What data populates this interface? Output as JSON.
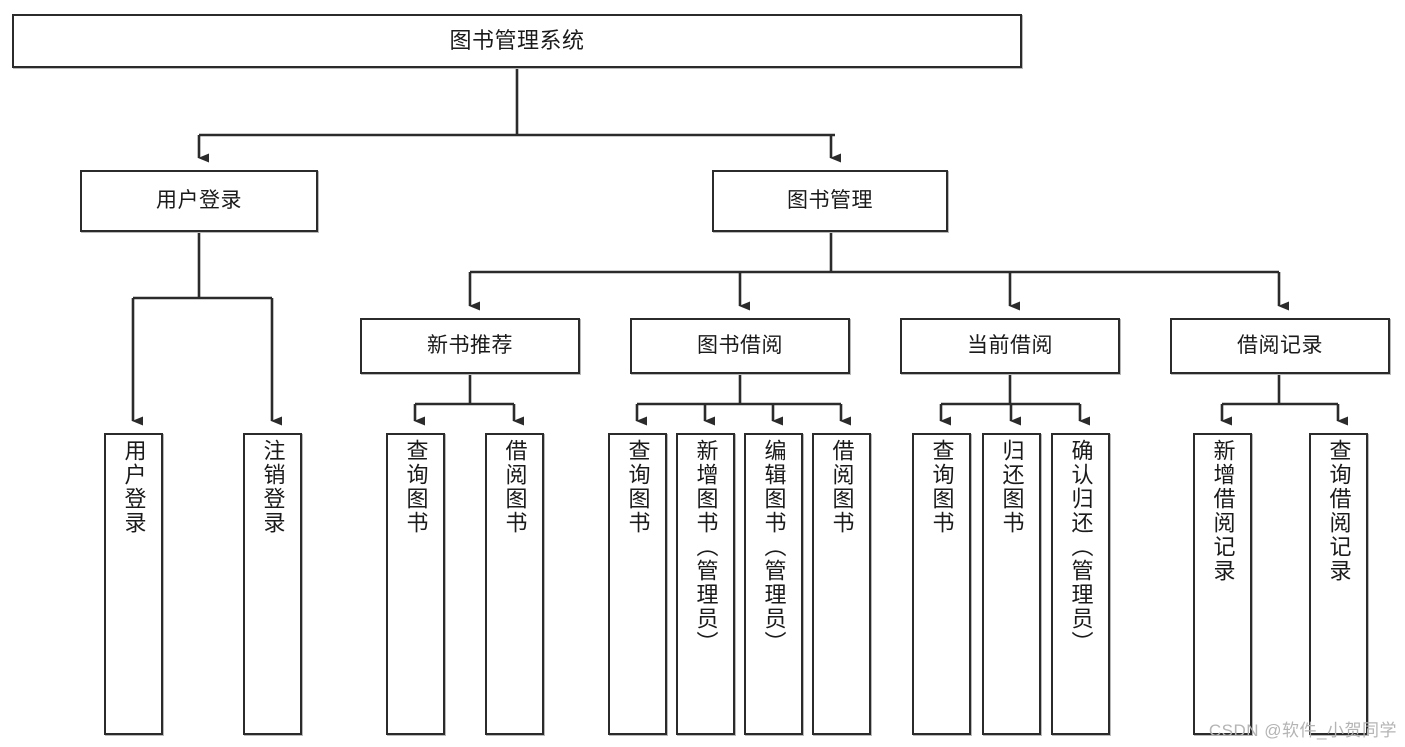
{
  "diagram": {
    "title": "图书管理系统",
    "type": "tree",
    "style": {
      "box_fill": "#ffffff",
      "box_stroke": "#2b2b2b",
      "line_color": "#2b2b2b",
      "text_color": "#1a1a1a",
      "background": "#ffffff"
    },
    "root": {
      "label": "图书管理系统"
    },
    "level1": [
      {
        "label": "用户登录"
      },
      {
        "label": "图书管理"
      }
    ],
    "level2": [
      {
        "label": "新书推荐"
      },
      {
        "label": "图书借阅"
      },
      {
        "label": "当前借阅"
      },
      {
        "label": "借阅记录"
      }
    ],
    "leaves": {
      "user_login": [
        {
          "label": "用户登录"
        },
        {
          "label": "注销登录"
        }
      ],
      "new_book_recommend": [
        {
          "label": "查询图书"
        },
        {
          "label": "借阅图书"
        }
      ],
      "book_borrow": [
        {
          "label": "查询图书"
        },
        {
          "label": "新增图书（管理员）"
        },
        {
          "label": "编辑图书（管理员）"
        },
        {
          "label": "借阅图书"
        }
      ],
      "current_borrow": [
        {
          "label": "查询图书"
        },
        {
          "label": "归还图书"
        },
        {
          "label": "确认归还（管理员）"
        }
      ],
      "borrow_record": [
        {
          "label": "新增借阅记录"
        },
        {
          "label": "查询借阅记录"
        }
      ]
    }
  },
  "watermark": {
    "text": "CSDN @软件_小贺同学"
  }
}
